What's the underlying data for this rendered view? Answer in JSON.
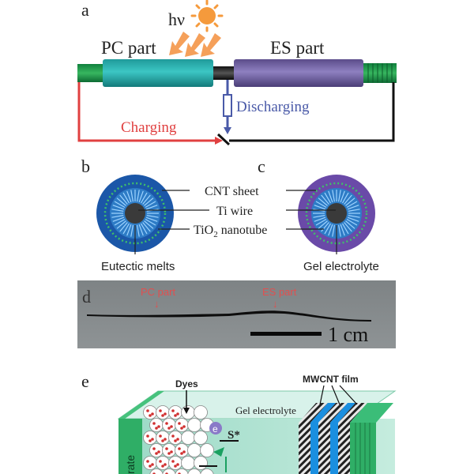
{
  "panels": {
    "a": {
      "letter": "a",
      "hv": "hν",
      "pc_part": "PC part",
      "es_part": "ES part",
      "discharging": "Discharging",
      "charging": "Charging",
      "colors": {
        "pc": "#2ab3b3",
        "es": "#6a5b98",
        "charging": "#e04040",
        "discharging": "#4a5aa8",
        "lead": "#1a8a4a"
      }
    },
    "b": {
      "letter": "b",
      "caption": "Eutectic melts"
    },
    "c": {
      "letter": "c",
      "caption": "Gel electrolyte"
    },
    "shared": {
      "cnt_sheet": "CNT sheet",
      "ti_wire": "Ti wire",
      "tio2_main": "TiO",
      "tio2_sub": "2",
      "tio2_rest": " nanotube"
    },
    "d": {
      "letter": "d",
      "pc_part": "PC part",
      "es_part": "ES part",
      "arrow": "↓",
      "scale": "1 cm",
      "marker_color": "#e05050"
    },
    "e": {
      "letter": "e",
      "dyes": "Dyes",
      "mwcnt": "MWCNT film",
      "gel": "Gel electrolyte",
      "s_star": "S*",
      "e_symbol": "e",
      "substrate_partial": "rate"
    }
  }
}
